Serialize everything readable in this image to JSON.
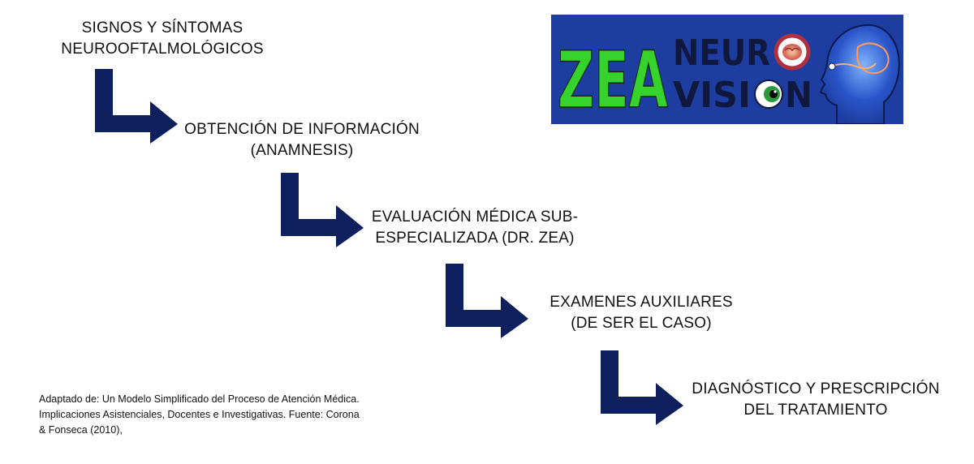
{
  "steps": [
    {
      "line1": "SIGNOS Y SÍNTOMAS",
      "line2": "NEUROOFTALMOLÓGICOS"
    },
    {
      "line1": "OBTENCIÓN DE INFORMACIÓN",
      "line2": "(ANAMNESIS)"
    },
    {
      "line1": "EVALUACIÓN MÉDICA SUB-",
      "line2": "ESPECIALIZADA (DR. ZEA)"
    },
    {
      "line1": "EXAMENES AUXILIARES",
      "line2": "(DE SER EL CASO)"
    },
    {
      "line1": "DIAGNÓSTICO Y PRESCRIPCIÓN",
      "line2": "DEL TRATAMIENTO"
    }
  ],
  "source_note": {
    "line1": "Adaptado de: Un Modelo Simplificado del Proceso de Atención Médica.",
    "line2": "Implicaciones Asistenciales, Docentes e Investigativas. Fuente: Corona",
    "line3": "& Fonseca (2010),"
  },
  "logo": {
    "word_zea": "ZEA",
    "word_neuro": "NEUR",
    "word_vision": "VISI",
    "word_vision_end": "N"
  },
  "colors": {
    "arrow": "#0d1f5c",
    "logo_background": "#1d3ea0",
    "logo_zea": "#35d32c",
    "logo_words": "#11183d"
  }
}
